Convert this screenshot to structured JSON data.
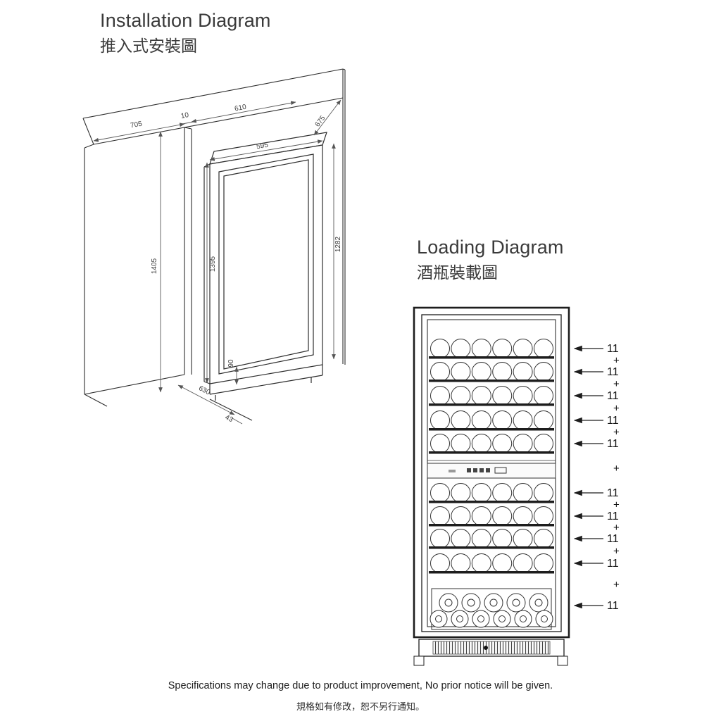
{
  "installation": {
    "title_en": "Installation Diagram",
    "title_zh": "推入式安裝圖",
    "dims": {
      "left_panel_width": "705",
      "side_gap": "10",
      "opening_width": "610",
      "unit_width": "595",
      "top_depth": "675",
      "cabinet_height": "1405",
      "unit_height": "1395",
      "opening_height": "1282",
      "plinth_height": "90",
      "unit_depth": "630",
      "front_clearance": "43"
    }
  },
  "loading": {
    "title_en": "Loading Diagram",
    "title_zh": "酒瓶裝載圖",
    "plus": "+",
    "counts": [
      "11",
      "11",
      "11",
      "11",
      "11",
      "11",
      "11",
      "11",
      "11",
      "11"
    ]
  },
  "footer": {
    "en": "Specifications may change due to product improvement, No prior notice will be given.",
    "zh": "規格如有修改，恕不另行通知。"
  }
}
